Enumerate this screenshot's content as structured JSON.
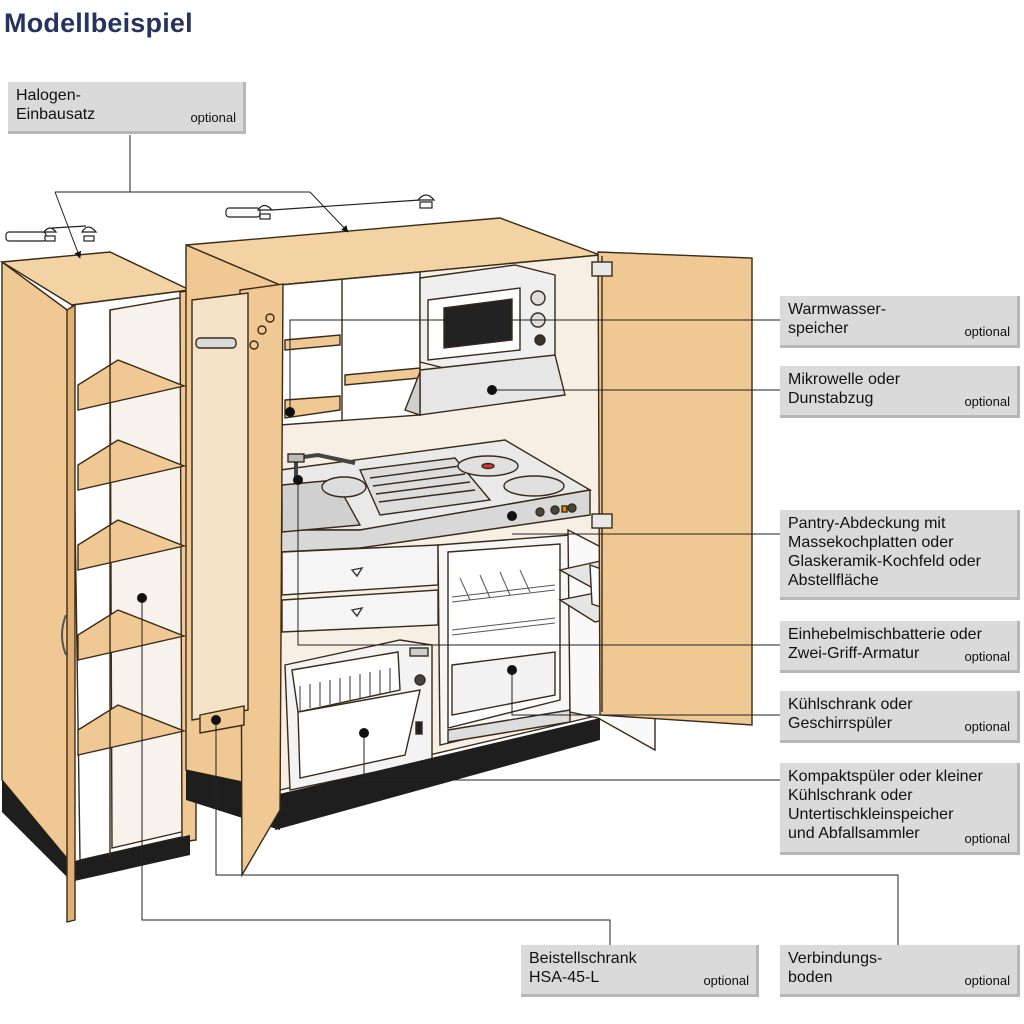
{
  "title": "Modellbeispiel",
  "optional_label": "optional",
  "colors": {
    "title": "#27335f",
    "wood": "#efc893",
    "wood_dark": "#e0b074",
    "callout_bg": "#dadada",
    "plinth": "#1e1e1e"
  },
  "callouts": {
    "halogen": {
      "label": "Halogen-\nEinbausatz",
      "optional": true
    },
    "warmwasser": {
      "label": "Warmwasser-\nspeicher",
      "optional": true
    },
    "mikrowelle": {
      "label": "Mikrowelle oder\nDunstabzug",
      "optional": true
    },
    "pantry": {
      "label": "Pantry-Abdeckung mit\nMassekochplatten oder\nGlaskeramik-Kochfeld oder\nAbstellfläche",
      "optional": false
    },
    "einhebel": {
      "label": "Einhebelmischbatterie oder\nZwei-Griff-Armatur",
      "optional": true
    },
    "kuehlschrank": {
      "label": "Kühlschrank oder\nGeschirrspüler",
      "optional": true
    },
    "kompakt": {
      "label": "Kompaktspüler oder kleiner\nKühlschrank oder\nUntertischkleinspeicher\nund Abfallsammler",
      "optional": true
    },
    "beistell": {
      "label": "Beistellschrank\nHSA-45-L",
      "optional": true
    },
    "verbindung": {
      "label": "Verbindungs-\nboden",
      "optional": true
    }
  }
}
